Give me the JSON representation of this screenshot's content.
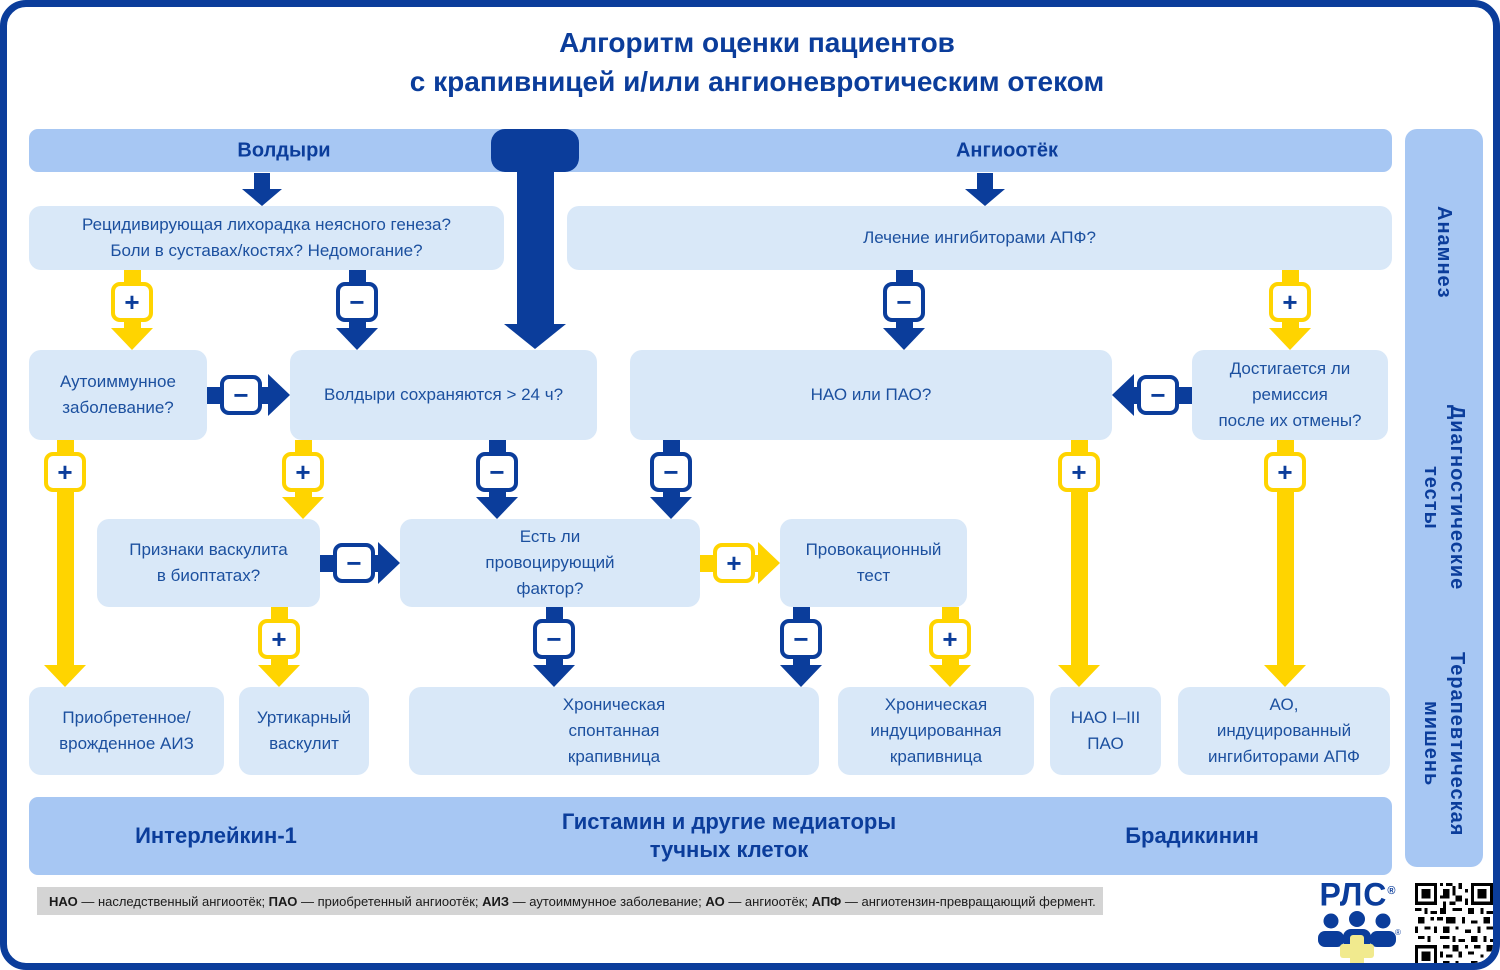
{
  "title": {
    "line1": "Алгоритм оценки пациентов",
    "line2": "с крапивницей и/или ангионевротическим отеком"
  },
  "top_bar": {
    "left": "Волдыри",
    "right": "Ангиоотёк"
  },
  "signs": {
    "plus": "+",
    "minus": "−"
  },
  "boxes": {
    "q_fever": "Рецидивирующая лихорадка неясного генеза?\nБоли в суставах/костях? Недомогание?",
    "q_ace": "Лечение ингибиторами АПФ?",
    "q_autoimmune": "Аутоиммунное\nзаболевание?",
    "q_wheals24": "Волдыри сохраняются > 24 ч?",
    "q_hae_aae": "НАО или ПАО?",
    "q_remission": "Достигается ли\nремиссия\nпосле их отмены?",
    "q_vasculitis": "Признаки васкулита\nв биоптатах?",
    "q_trigger": "Есть ли\nпровоцирующий\nфактор?",
    "provocation_test": "Провокационный\nтест",
    "dx_aid": "Приобретенное/\nврожденное АИЗ",
    "dx_urticarial_vasculitis": "Уртикарный\nваскулит",
    "dx_csu": "Хроническая\nспонтанная\nкрапивница",
    "dx_cindu": "Хроническая\nиндуцированная\nкрапивница",
    "dx_hae": "НАО I–III\nПАО",
    "dx_ace_ao": "АО,\nиндуцированный\nингибиторами АПФ"
  },
  "bottom_band": {
    "left": "Интерлейкин-1",
    "middle": "Гистамин и другие медиаторы\nтучных клеток",
    "right": "Брадикинин"
  },
  "sidebar": {
    "items": [
      {
        "label": "Анамнез"
      },
      {
        "label": "Диагностические\nтесты"
      },
      {
        "label": "Терапевтическая\nмишень"
      }
    ]
  },
  "footer": {
    "legend": [
      {
        "abbr": "НАО",
        "text": " — наследственный ангиоотёк; "
      },
      {
        "abbr": "ПАО",
        "text": " — приобретенный ангиоотёк; "
      },
      {
        "abbr": "АИЗ",
        "text": " — аутоиммунное заболевание; "
      },
      {
        "abbr": "АО",
        "text": " — ангиоотёк; "
      },
      {
        "abbr": "АПФ",
        "text": " — ангиотензин-превращающий фермент."
      }
    ]
  },
  "logo": {
    "text": "РЛС",
    "reg": "®"
  }
}
